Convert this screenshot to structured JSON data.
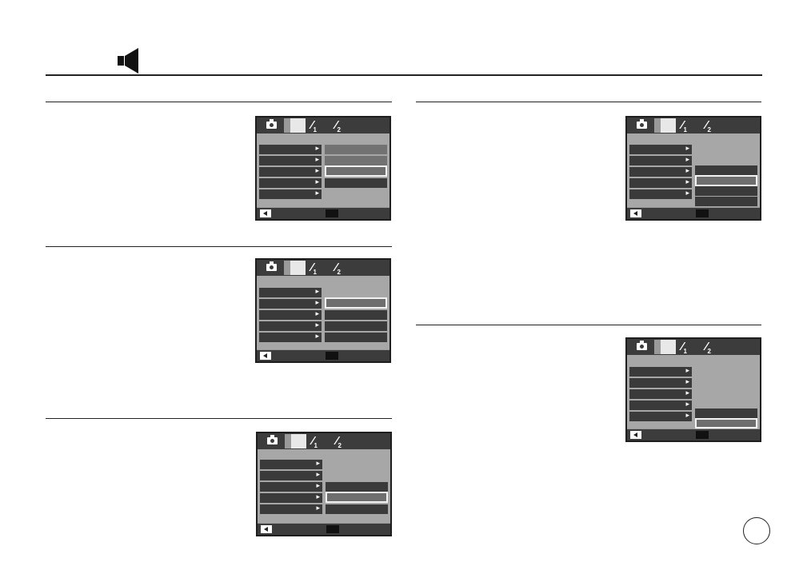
{
  "header": {
    "icon": "speaker-icon"
  },
  "screens": [
    {
      "id": "screen-1",
      "items": 5,
      "options_start": 0,
      "options": 4,
      "selected": 2
    },
    {
      "id": "screen-2",
      "items": 5,
      "options_start": 1,
      "options": 4,
      "selected": 1
    },
    {
      "id": "screen-3",
      "items": 5,
      "options_start": 2,
      "options": 3,
      "selected": 1
    },
    {
      "id": "screen-4",
      "items": 5,
      "options_start": 2,
      "options": 4,
      "selected": 1
    },
    {
      "id": "screen-5",
      "items": 5,
      "options_start": 4,
      "options": 2,
      "selected": 1
    }
  ],
  "colors": {
    "lcd_bg": "#a7a7a7",
    "lcd_bar": "#3c3c3c",
    "menu_item": "#3a3a3a"
  }
}
